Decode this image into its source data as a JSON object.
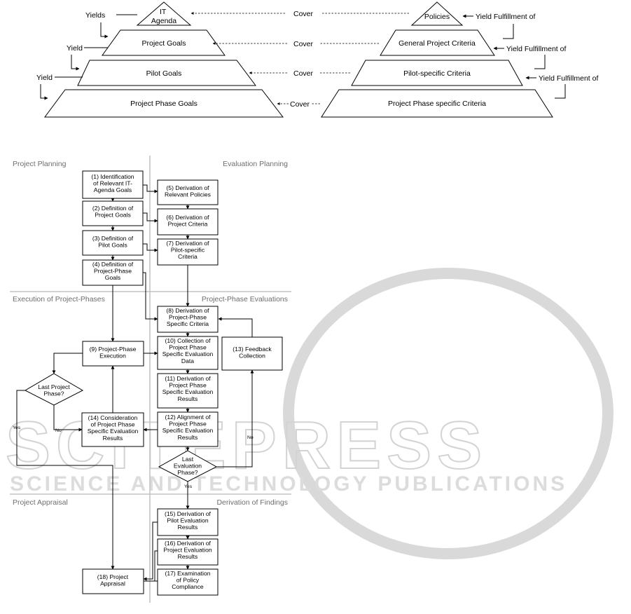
{
  "watermark": {
    "primary": "SCITEPRESS",
    "secondary": "SCIENCE AND TECHNOLOGY PUBLICATIONS"
  },
  "pyramids": {
    "left": [
      {
        "id": "it-agenda",
        "lines": [
          "IT",
          "Agenda"
        ]
      },
      {
        "id": "project-goals",
        "lines": [
          "Project Goals"
        ]
      },
      {
        "id": "pilot-goals",
        "lines": [
          "Pilot Goals"
        ]
      },
      {
        "id": "project-phase-goals",
        "lines": [
          "Project Phase Goals"
        ]
      }
    ],
    "right": [
      {
        "id": "policies",
        "lines": [
          "Policies"
        ]
      },
      {
        "id": "general-project-criteria",
        "lines": [
          "General Project Criteria"
        ]
      },
      {
        "id": "pilot-specific-criteria",
        "lines": [
          "Pilot-specific Criteria"
        ]
      },
      {
        "id": "project-phase-specific-criteria",
        "lines": [
          "Project Phase specific Criteria"
        ]
      }
    ],
    "cover_label": "Cover",
    "yield_labels": [
      "Yields",
      "Yield",
      "Yield"
    ],
    "fulfillment_label": "Yield Fulfillment of"
  },
  "regions": {
    "project_planning": "Project Planning",
    "evaluation_planning": "Evaluation Planning",
    "execution": "Execution of Project-Phases",
    "phase_evaluations": "Project-Phase Evaluations",
    "appraisal": "Project Appraisal",
    "findings": "Derivation of Findings"
  },
  "steps": [
    {
      "id": "s1",
      "lines": [
        "(1) Identification",
        "of Relevant IT-",
        "Agenda Goals"
      ]
    },
    {
      "id": "s2",
      "lines": [
        "(2) Definition of",
        "Project Goals"
      ]
    },
    {
      "id": "s3",
      "lines": [
        "(3) Definition of",
        "Pilot Goals"
      ]
    },
    {
      "id": "s4",
      "lines": [
        "(4) Definition of",
        "Project-Phase",
        "Goals"
      ]
    },
    {
      "id": "s5",
      "lines": [
        "(5) Derivation of",
        "Relevant Policies"
      ]
    },
    {
      "id": "s6",
      "lines": [
        "(6) Derivation of",
        "Project Criteria"
      ]
    },
    {
      "id": "s7",
      "lines": [
        "(7) Derivation of",
        "Pilot-specific",
        "Criteria"
      ]
    },
    {
      "id": "s8",
      "lines": [
        "(8) Derivation of",
        "Project-Phase",
        "Specific Criteria"
      ]
    },
    {
      "id": "s9",
      "lines": [
        "(9) Project-Phase",
        "Execution"
      ]
    },
    {
      "id": "s10",
      "lines": [
        "(10) Collection of",
        "Project Phase",
        "Specific Evaluation",
        "Data"
      ]
    },
    {
      "id": "s11",
      "lines": [
        "(11) Derivation of",
        "Project Phase",
        "Specific Evaluation",
        "Results"
      ]
    },
    {
      "id": "s12",
      "lines": [
        "(12) Alignment of",
        "Project Phase",
        "Specific Evaluation",
        "Results"
      ]
    },
    {
      "id": "s13",
      "lines": [
        "(13) Feedback",
        "Collection"
      ]
    },
    {
      "id": "s14",
      "lines": [
        "(14) Consideration",
        "of Project Phase",
        "Specific Evaluation",
        "Results"
      ]
    },
    {
      "id": "s15",
      "lines": [
        "(15) Derivation of",
        "Pilot Evaluation",
        "Results"
      ]
    },
    {
      "id": "s16",
      "lines": [
        "(16) Derivation of",
        "Project Evaluation",
        "Results"
      ]
    },
    {
      "id": "s17",
      "lines": [
        "(17) Examination",
        "of Policy",
        "Compliance"
      ]
    },
    {
      "id": "s18",
      "lines": [
        "(18) Project",
        "Appraisal"
      ]
    }
  ],
  "decisions": [
    {
      "id": "last-project-phase",
      "lines": [
        "Last Project",
        "Phase?"
      ]
    },
    {
      "id": "last-evaluation-phase",
      "lines": [
        "Last",
        "Evaluation",
        "Phase?"
      ]
    }
  ],
  "branch_labels": {
    "yes": "Yes",
    "no": "No"
  }
}
